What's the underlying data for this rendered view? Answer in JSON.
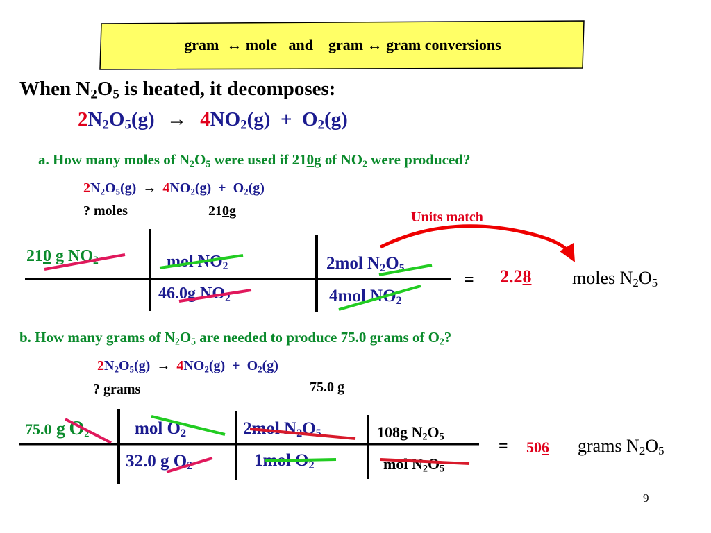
{
  "banner": {
    "text": "gram  ↔ mole   and    gram ↔ gram conversions"
  },
  "intro": {
    "before": "When N",
    "mid": "O",
    "after": " is heated, it decomposes:"
  },
  "reaction": {
    "coef1": "2",
    "n": "N",
    "o": "O",
    "phase1": "(g)",
    "arrow": "→",
    "coef2": "4",
    "no": "NO",
    "phase2": "(g)",
    "plus": "+",
    "o2": "O",
    "phase3": "(g)"
  },
  "subs": {
    "two": "2",
    "five": "5"
  },
  "question_a": {
    "p1": "a. How many moles of N",
    "p2": "O",
    "p3": " were used if 21",
    "p3u": "0",
    "p4": "g of NO",
    "p5": " were produced?",
    "unknown": "? moles",
    "given_pre": "21",
    "given_u": "0",
    "given_unit": "g",
    "note": "Units match"
  },
  "calc_a": {
    "start_pre": "21",
    "start_u": "0",
    "start_unit": " g NO",
    "f1_top": "mol NO",
    "f1_bottom": "46.0g NO",
    "f2_top_pre": "2mol N",
    "f2_top_o": "O",
    "f2_bottom": "4mol NO",
    "equals": "=",
    "result_pre": "2.2",
    "result_u": "8",
    "result_units": "moles N",
    "result_o": "O"
  },
  "question_b": {
    "p1": "b. How many grams of N",
    "p2": "O",
    "p3": " are needed to produce 75.0 grams of  O",
    "p4": "?",
    "unknown": "? grams",
    "given": "75.0 g"
  },
  "calc_b": {
    "start_num": "75.0",
    "start_g": " g",
    "start_o": "O",
    "f1_top": "mol O",
    "f1_bottom": "32.0 g O",
    "f2_top_pre": "2mol N",
    "f2_top_o": "O",
    "f2_bottom": "1mol O",
    "f3_top_pre": "108g N",
    "f3_top_o": "O",
    "f3_bottom_pre": "mol N",
    "f3_bottom_o": "O",
    "equals": "=",
    "result_pre": "50",
    "result_u": "6",
    "result_units": "grams N",
    "result_o": "O"
  },
  "page_number": "9",
  "colors": {
    "banner_fill": "#ffff66",
    "text_black": "#000000",
    "text_blue": "#1b1b8f",
    "text_red": "#e0001b",
    "text_green": "#0a8a2b",
    "strike_pink": "#e0185c",
    "strike_green": "#22cc22"
  }
}
